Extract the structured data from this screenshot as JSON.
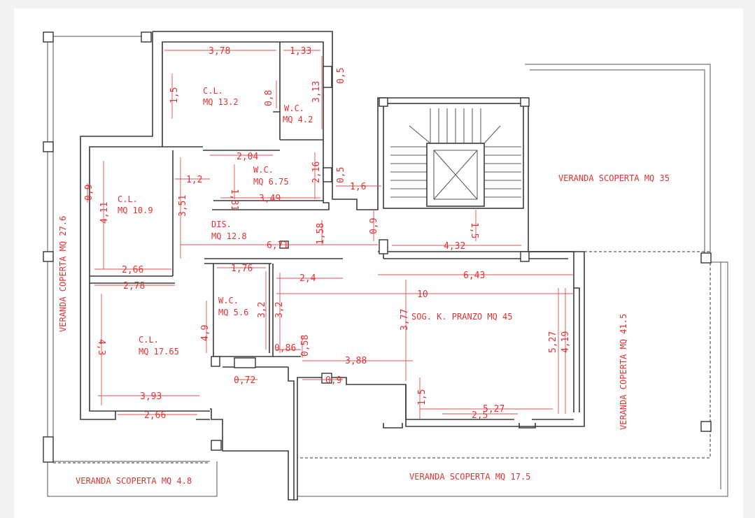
{
  "rooms": {
    "cl_top": [
      "C.L.",
      "MQ 13.2"
    ],
    "wc_top": [
      "W.C.",
      "MQ 4.2"
    ],
    "wc_mid": [
      "W.C.",
      "MQ 6.75"
    ],
    "cl_left": [
      "C.L.",
      "MQ 10.9"
    ],
    "dis": [
      "DIS.",
      "MQ 12.8"
    ],
    "wc_low": [
      "W.C.",
      "MQ 5.6"
    ],
    "cl_bottom": [
      "C.L.",
      "MQ 17.65"
    ],
    "soggiorno": [
      "SOG. K. PRANZO MQ 45"
    ],
    "veranda_right_top": [
      "VERANDA SCOPERTA MQ 35"
    ],
    "veranda_left": [
      "VERANDA COPERTA MQ 27.6"
    ],
    "veranda_right": [
      "VERANDA COPERTA MQ 41.5"
    ],
    "veranda_bottom_left": [
      "VERANDA SCOPERTA MQ 4.8"
    ],
    "veranda_bottom": [
      "VERANDA SCOPERTA MQ 17.5"
    ]
  },
  "dimensions": {
    "d378": "3,78",
    "d133": "1,33",
    "d05a": "0,5",
    "d15a": "1,5",
    "d08": "0,8",
    "d313": "3,13",
    "d204": "2,04",
    "d216": "2,16",
    "d05b": "0,5",
    "d12": "1,2",
    "d181": "1,81",
    "d349": "3,49",
    "d16": "1,6",
    "d09a": "0,9",
    "d411": "4,11",
    "d351": "3,51",
    "d09b": "0,9",
    "d15b": "1,5",
    "d158": "1,58",
    "d671": "6,71",
    "d432": "4,32",
    "d266a": "2,66",
    "d278": "2,78",
    "d176": "1,76",
    "d24": "2,4",
    "d643": "6,43",
    "d10": "10",
    "d32a": "3,2",
    "d32b": "3,2",
    "d377": "3,77",
    "d43": "4,3",
    "d49": "4,9",
    "d527a": "5,27",
    "d419": "4,19",
    "d086": "0,86",
    "d058": "0,58",
    "d388": "3,88",
    "d072": "0,72",
    "d09c": "0,9",
    "d393": "3,93",
    "d15c": "1,5",
    "d527b": "5,27",
    "d25": "2,5",
    "d266b": "2,66"
  }
}
